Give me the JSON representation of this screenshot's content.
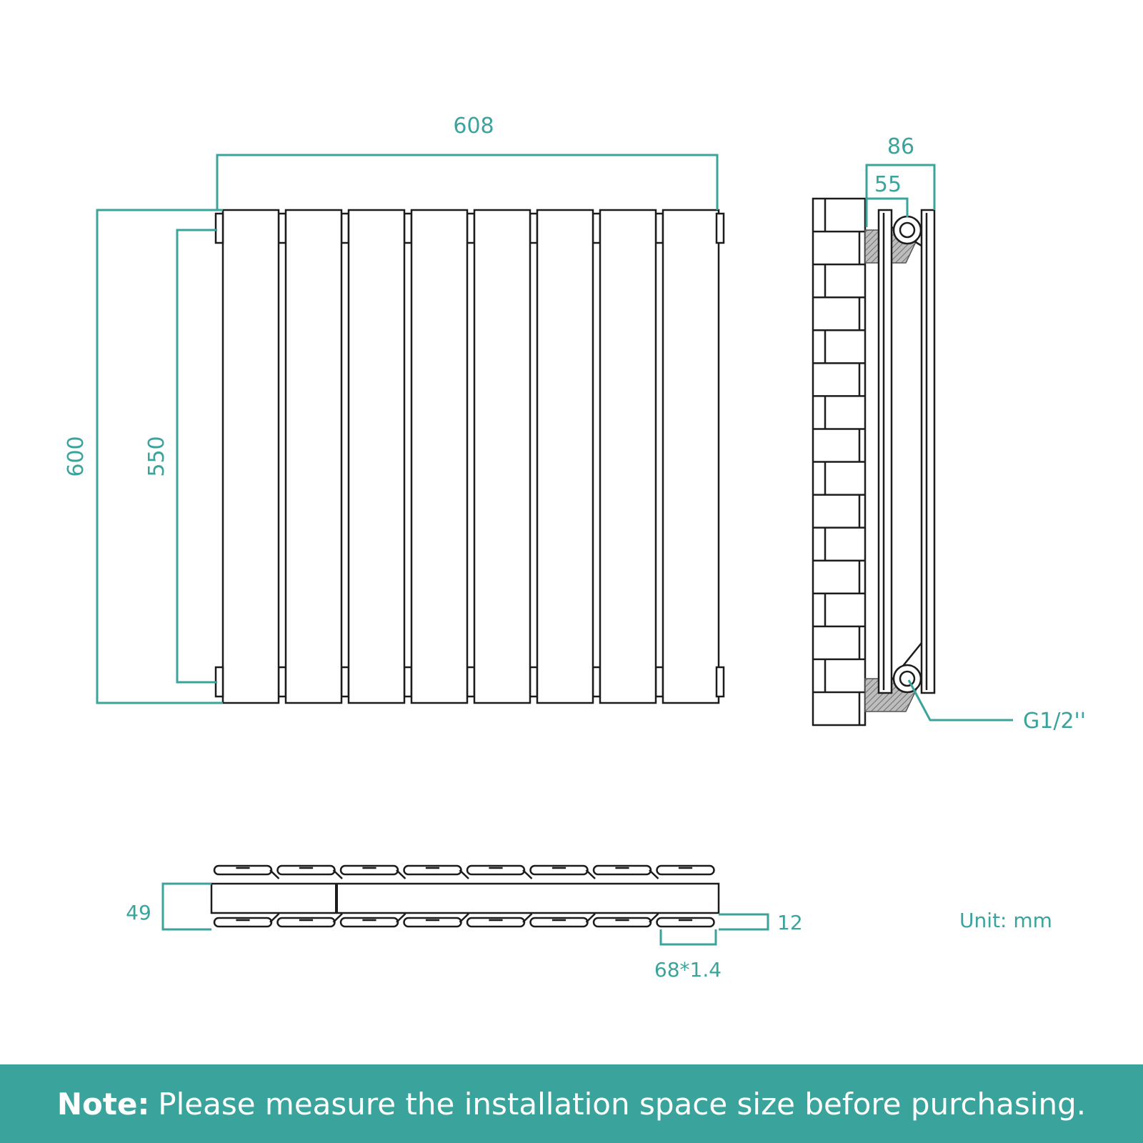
{
  "dimensions": {
    "width": "608",
    "height": "600",
    "pipe_centres": "550",
    "depth_overall": "86",
    "depth_wall_to_pipe": "55",
    "connection": "G1/2''",
    "panel_depth": "49",
    "panel_spacing": "12",
    "tube_profile": "68*1.4"
  },
  "unit_label": "Unit: mm",
  "footer": {
    "note_label": "Note:",
    "note_text": "Please measure the installation space size before purchasing."
  },
  "colors": {
    "accent": "#3aa39c",
    "line": "#1c1c1c",
    "background": "#ffffff"
  }
}
